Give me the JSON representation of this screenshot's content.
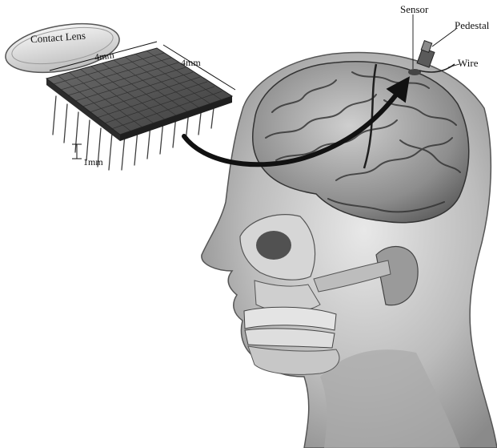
{
  "labels": {
    "contact_lens": "Contact Lens",
    "width_top": "4mm",
    "width_side": "4mm",
    "height": "1mm",
    "sensor": "Sensor",
    "pedestal": "Pedestal",
    "wire": "Wire"
  }
}
